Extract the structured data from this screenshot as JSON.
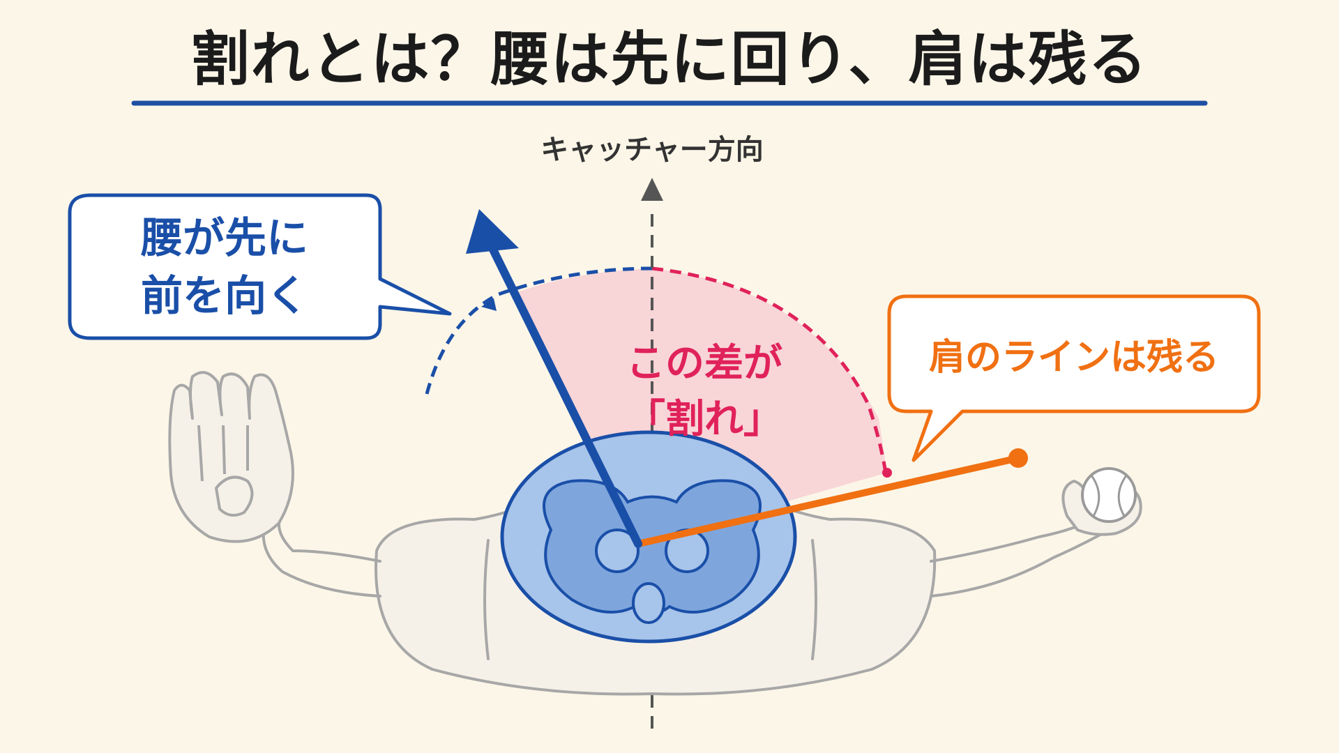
{
  "title": "割れとは？腰は先に回り、肩は残る",
  "direction_label": "キャッチャー方向",
  "hip_callout": {
    "line1": "腰が先に",
    "line2": "前を向く"
  },
  "difference_label": {
    "line1": "この差が",
    "line2": "「割れ」"
  },
  "shoulder_callout": "肩のラインは残る",
  "icons": [
    "baseball-glove-icon",
    "baseball-icon",
    "pelvis-icon",
    "pitcher-body-icon"
  ],
  "colors": {
    "background": "#fcf6e8",
    "title_text": "#1b1b1b",
    "title_underline": "#1e4fa3",
    "hip_blue": "#1a4fa8",
    "hip_fill": "#8fb4e3",
    "difference_pink": "#e0225a",
    "difference_fill": "#f7cfd3",
    "shoulder_orange": "#f07012",
    "body_outline": "#a7a7a7"
  }
}
